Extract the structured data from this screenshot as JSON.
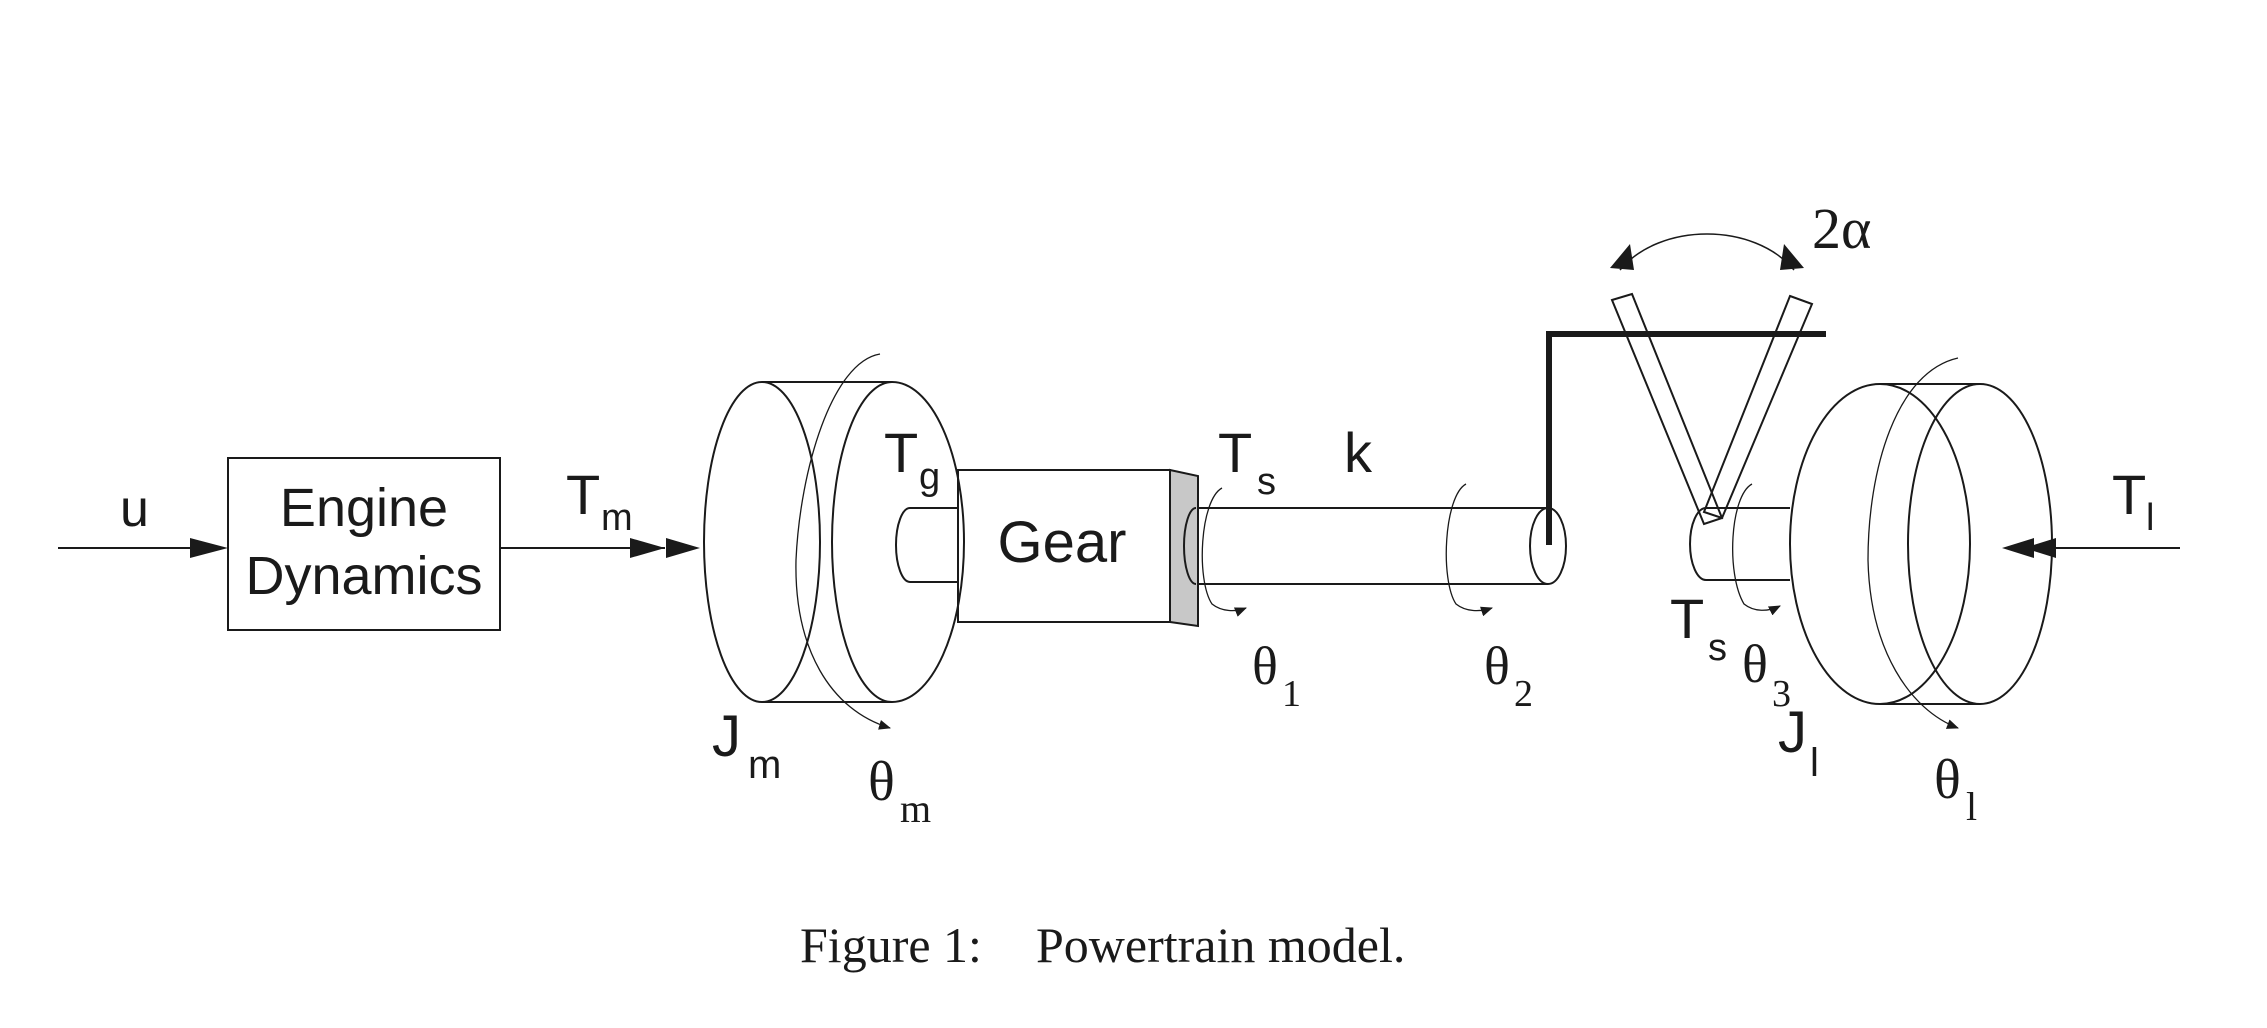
{
  "input_label": "u",
  "engine_block": {
    "line1": "Engine",
    "line2": "Dynamics"
  },
  "gear_label": "Gear",
  "torques": {
    "motor": {
      "base": "T",
      "sub": "m"
    },
    "gear": {
      "base": "T",
      "sub": "g"
    },
    "shaft_left": {
      "base": "T",
      "sub": "s"
    },
    "shaft_right": {
      "base": "T",
      "sub": "s"
    },
    "load": {
      "base": "T",
      "sub": "l"
    }
  },
  "stiffness_label": "k",
  "inertias": {
    "motor": {
      "base": "J",
      "sub": "m"
    },
    "load": {
      "base": "J",
      "sub": "l"
    }
  },
  "angles": {
    "motor": {
      "base": "θ",
      "sub": "m"
    },
    "theta1": {
      "base": "θ",
      "sub": "1"
    },
    "theta2": {
      "base": "θ",
      "sub": "2"
    },
    "theta3": {
      "base": "θ",
      "sub": "3"
    },
    "load": {
      "base": "θ",
      "sub": "l"
    }
  },
  "backlash_label": "2α",
  "caption": {
    "number": "Figure 1:",
    "text": "Powertrain model."
  }
}
